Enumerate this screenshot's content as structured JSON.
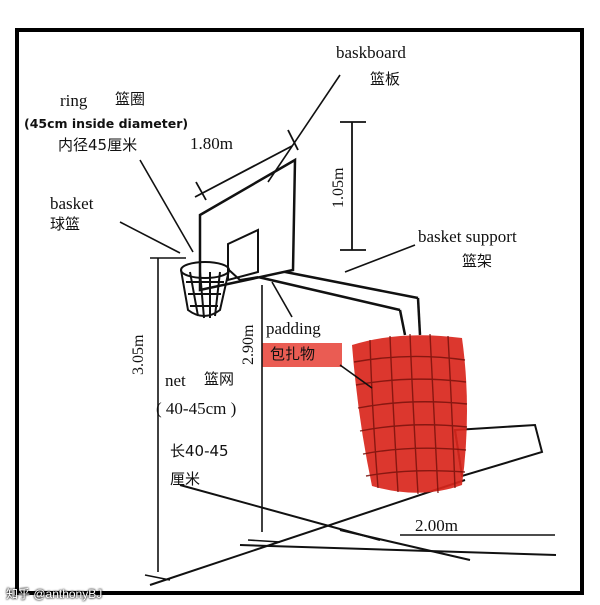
{
  "labels": {
    "backboard_en": "baskboard",
    "backboard_cn": "篮板",
    "ring_en": "ring",
    "ring_cn": "篮圈",
    "ring_spec": "(45cm inside diameter)",
    "ring_spec_cn": "内径45厘米",
    "basket_en": "basket",
    "basket_cn": "球篮",
    "support_en": "basket support",
    "support_cn": "篮架",
    "padding_en": "padding",
    "padding_cn": "包扎物",
    "net_en": "net",
    "net_cn": "篮网",
    "net_size": "( 40-45cm )",
    "net_len_line1": "长40-45",
    "net_len_line2": "厘米"
  },
  "dimensions": {
    "board_width": "1.80m",
    "board_height": "1.05m",
    "rim_height": "3.05m",
    "board_bottom_height": "2.90m",
    "support_distance": "2.00m"
  },
  "watermark": "知乎 @anthonyBJ",
  "colors": {
    "padding": "#d9261c",
    "ink": "#111111",
    "frame": "#000000"
  }
}
